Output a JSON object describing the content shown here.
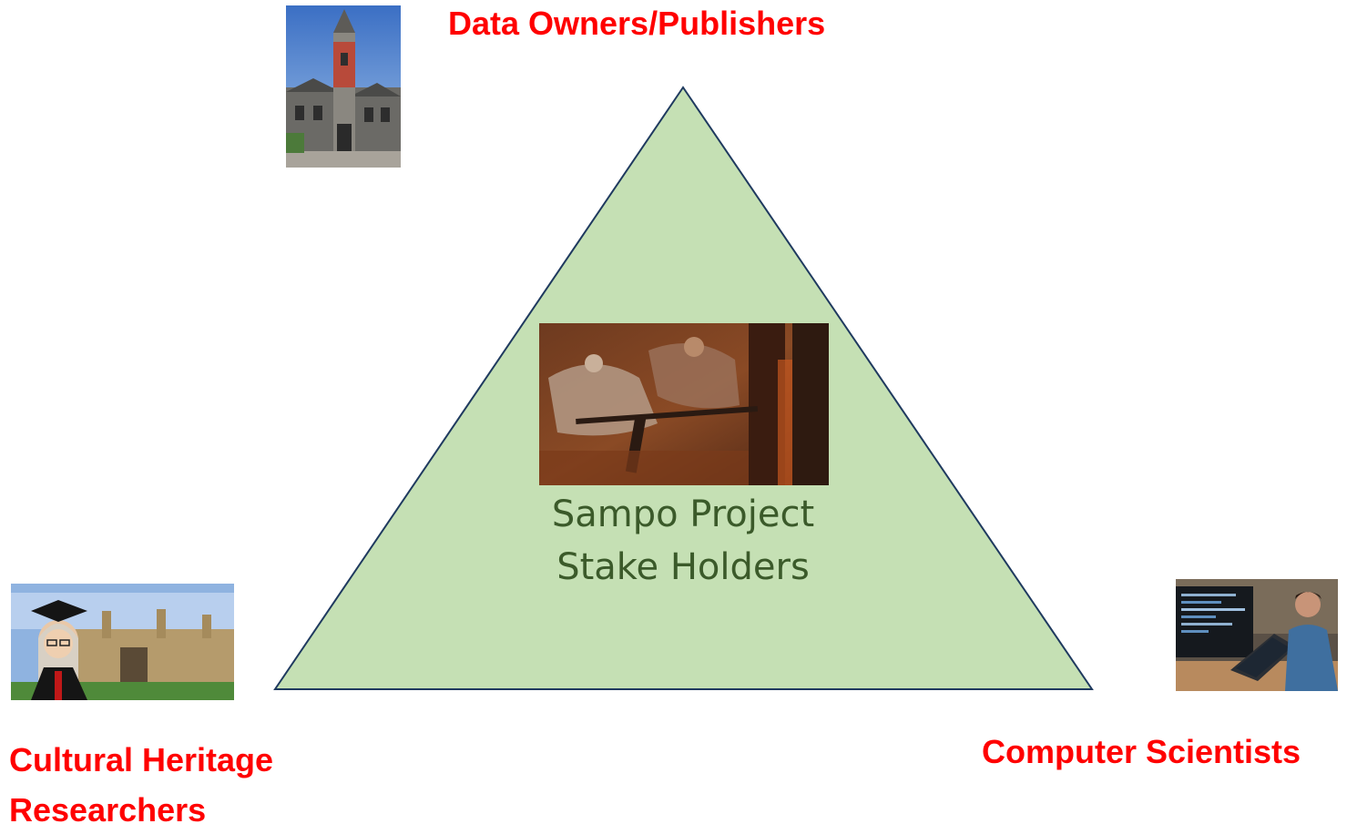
{
  "diagram": {
    "top_label": "Data Owners/Publishers",
    "left_label_line1": "Cultural Heritage",
    "left_label_line2": "Researchers",
    "right_label": "Computer Scientists",
    "center_line1": "Sampo Project",
    "center_line2": "Stake Holders",
    "colors": {
      "triangle_fill": "#c5e0b4",
      "triangle_stroke": "#1f3a5f",
      "label_red": "#ff0000",
      "center_text": "#3b5a2a"
    },
    "icons": {
      "top": "building-tower-photo",
      "left": "graduate-university-photo",
      "right": "programmer-laptop-photo",
      "center": "sampo-forging-painting"
    }
  }
}
